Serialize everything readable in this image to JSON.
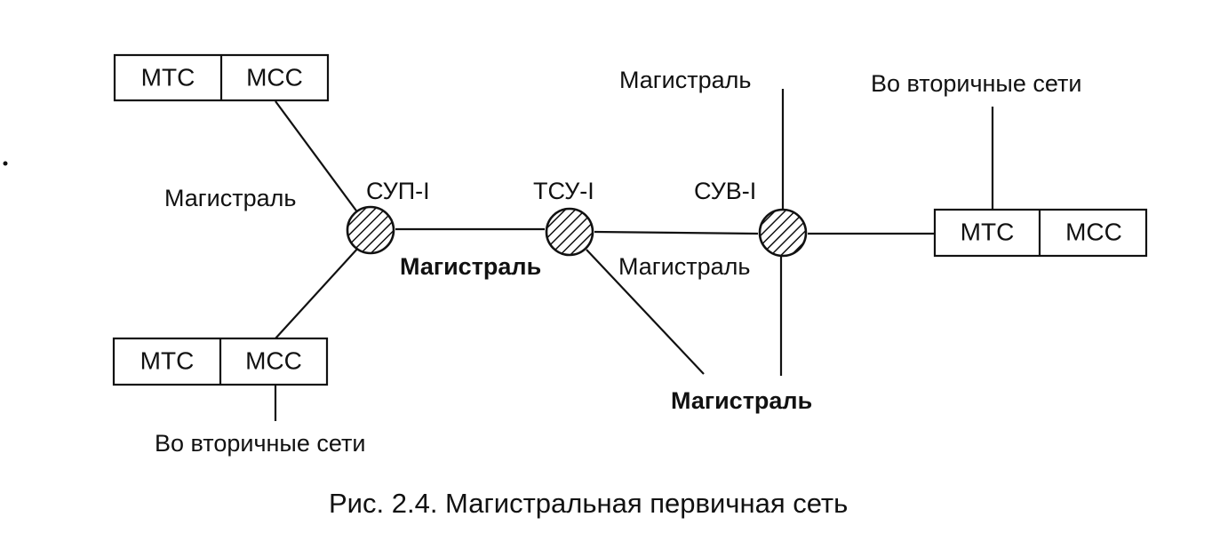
{
  "caption": "Рис. 2.4. Магистральная первичная сеть",
  "nodes": {
    "sup": "СУП-I",
    "tsu": "ТСУ-I",
    "suv": "СУВ-I"
  },
  "boxes": {
    "top_left": {
      "left": "МТС",
      "right": "МСС"
    },
    "bottom_left": {
      "left": "МТС",
      "right": "МСС"
    },
    "right": {
      "left": "МТС",
      "right": "МСС"
    }
  },
  "labels": {
    "trunk_left": "Магистраль",
    "trunk_mid": "Магистраль",
    "trunk_tsu_suv": "Магистраль",
    "trunk_top": "Магистраль",
    "trunk_bottom": "Магистраль",
    "secondary_right": "Во вторичные сети",
    "secondary_bottom": "Во вторичные сети"
  }
}
